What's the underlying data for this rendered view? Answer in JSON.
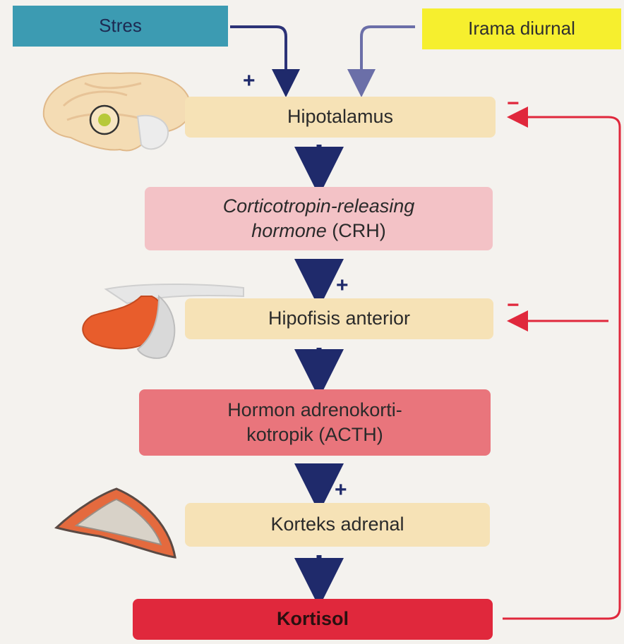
{
  "inputs": {
    "stres": "Stres",
    "irama": "Irama diurnal"
  },
  "steps": {
    "hipotalamus": "Hipotalamus",
    "crh_italic": "Corticotropin-releasing",
    "crh_italic_2": "hormone",
    "crh_abbr": " (CRH)",
    "hipofisis": "Hipofisis anterior",
    "acth_line1": "Hormon adrenokorti-",
    "acth_line2": "kotropik (ACTH)",
    "korteks": "Korteks adrenal",
    "kortisol": "Kortisol"
  },
  "signs": {
    "plus": "+",
    "minus": "−"
  },
  "colors": {
    "arrow_dark": "#1f2a6b",
    "arrow_feedback": "#e0283c",
    "stres_fill": "#3c9bb2",
    "irama_fill": "#f6ef2e",
    "organ_fill": "#f6e2b6",
    "crh_fill": "#f3c2c6",
    "acth_fill": "#e9757c",
    "kortisol_fill": "#e0283c"
  }
}
